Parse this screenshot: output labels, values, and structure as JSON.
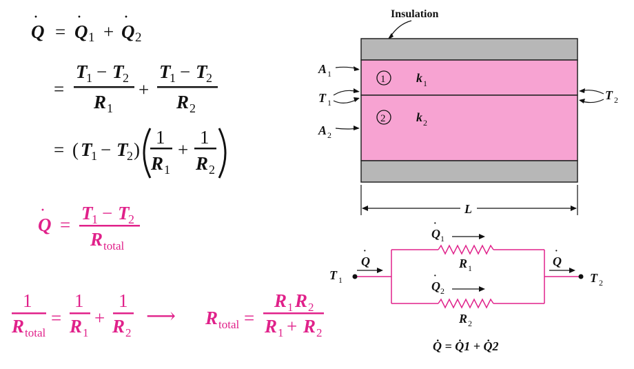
{
  "colors": {
    "text": "#111111",
    "accent": "#e0218a",
    "layer_fill": "#f7a3d2",
    "insulation_fill": "#b7b7b7"
  },
  "symbols": {
    "Q": "Q",
    "T": "T",
    "R": "R",
    "one": "1",
    "two": "2",
    "total": "total",
    "equals": "=",
    "plus": "+",
    "minus": "−",
    "open_paren": "(",
    "close_paren": ")",
    "arrow": "⟶"
  },
  "diagram": {
    "insulation_label": "Insulation",
    "A1": "A",
    "A2": "A",
    "T1": "T",
    "T2": "T",
    "k1": "k",
    "k2": "k",
    "layer1_num": "1",
    "layer2_num": "2",
    "length_label": "L"
  },
  "circuit": {
    "T1": "T",
    "T2": "T",
    "Q": "Q",
    "Q1": "Q",
    "Q2": "Q",
    "R1": "R",
    "R2": "R",
    "sum_eq": "Q̇ = Q̇1 + Q̇2"
  }
}
